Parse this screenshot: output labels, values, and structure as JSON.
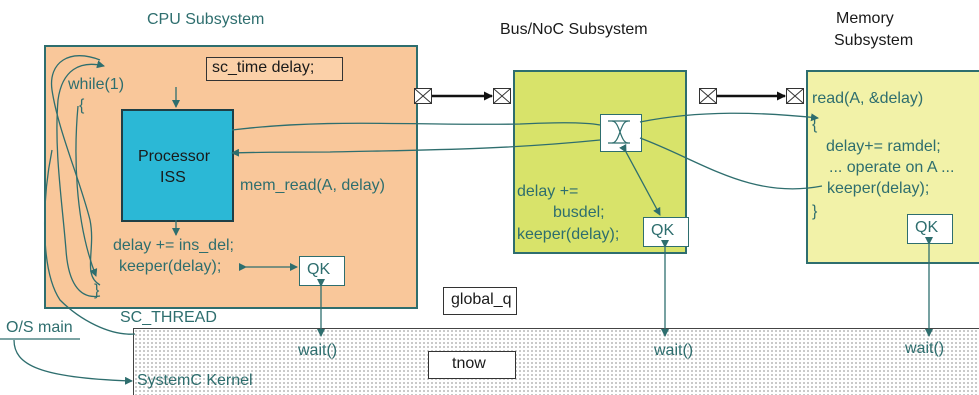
{
  "labels": {
    "cpu_subsystem": "CPU Subsystem",
    "bus_subsystem": "Bus/NoC Subsystem",
    "memory_line1": "Memory",
    "memory_line2": "Subsystem"
  },
  "cpu": {
    "decl": "sc_time delay;",
    "while": "while(1)",
    "open_brace": "{",
    "iss_line1": "Processor",
    "iss_line2": "ISS",
    "mem_read": "mem_read(A, delay)",
    "delay_line": "delay += ins_del;",
    "keeper_line": "keeper(delay);",
    "close_brace": "}",
    "qk": "QK"
  },
  "bus": {
    "line1": "delay +=",
    "line2": "busdel;",
    "line3": "keeper(delay);",
    "qk": "QK"
  },
  "memory": {
    "read": "read(A, &delay)",
    "open_brace": "{",
    "line1": "delay+= ramdel;",
    "line2": "... operate on A ...",
    "line3": "keeper(delay);",
    "close_brace": "}",
    "qk": "QK"
  },
  "global_q": "global_q",
  "sc_thread": "SC_THREAD",
  "os_main": "O/S main",
  "kernel": {
    "label": "SystemC Kernel",
    "wait_cpu": "wait()",
    "wait_bus": "wait()",
    "wait_mem": "wait()",
    "tnow": "tnow"
  },
  "colors": {
    "cpu_fill": "#f9c79a",
    "bus_fill": "#d8e36a",
    "memory_fill": "#f2f2a8",
    "iss_fill": "#2bb8d6",
    "text_teal": "#2e6e6e"
  }
}
